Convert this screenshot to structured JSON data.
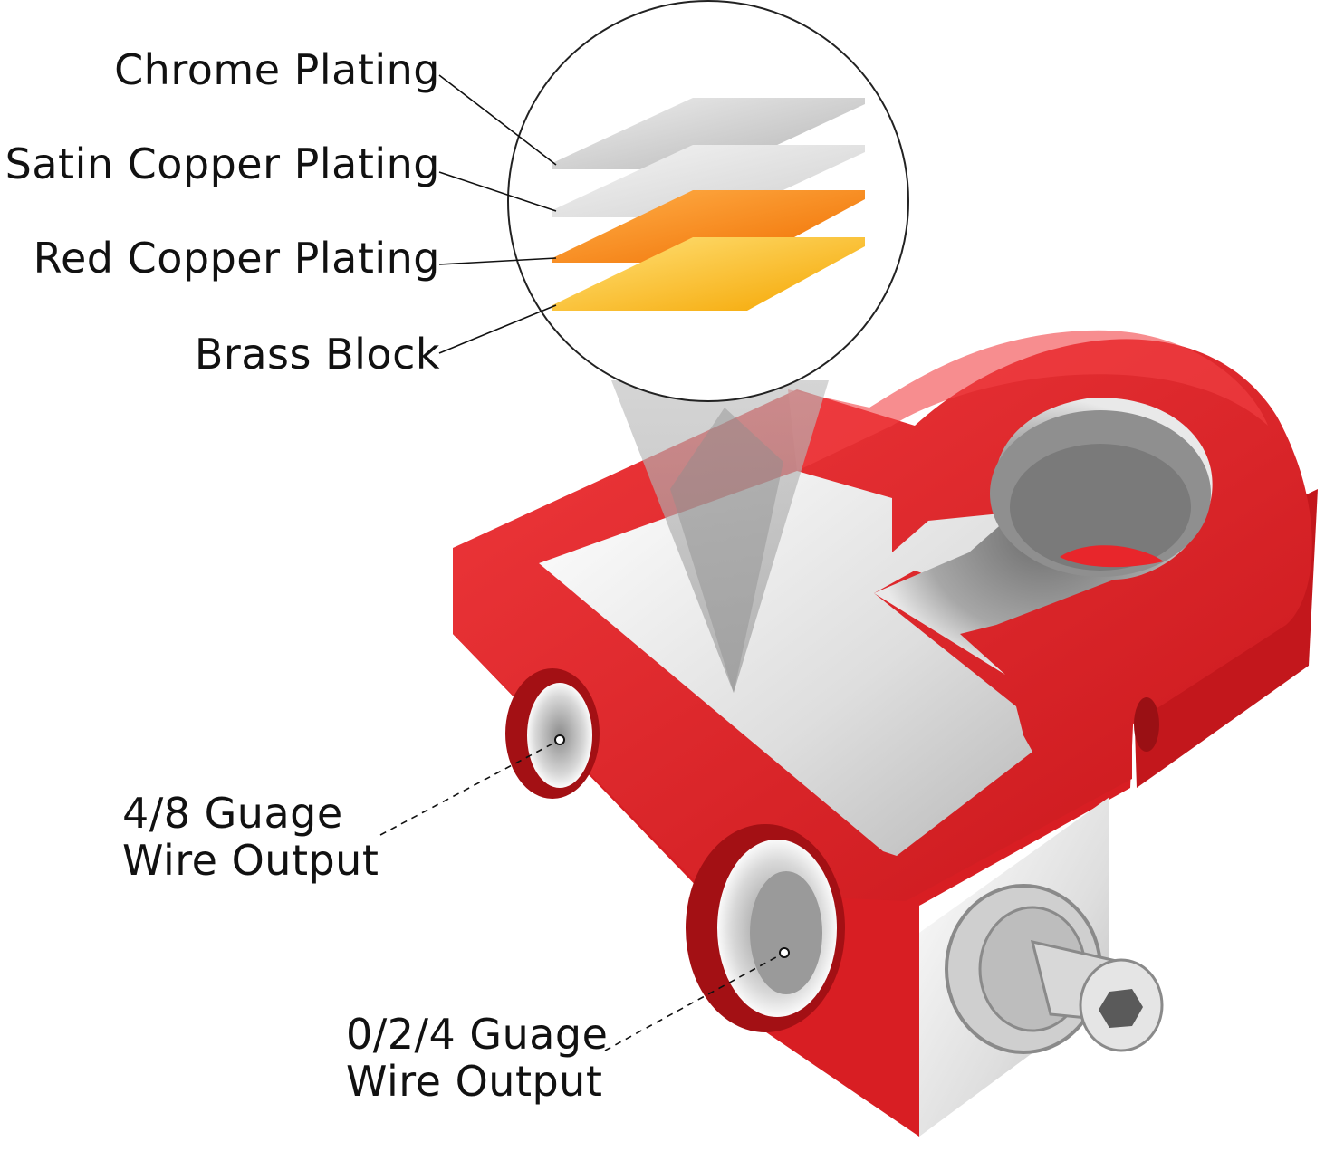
{
  "labels": {
    "chrome": "Chrome Plating",
    "satin": "Satin Copper Plating",
    "red_copper": "Red Copper Plating",
    "brass": "Brass Block",
    "small_output_line1": "4/8 Guage",
    "small_output_line2": "Wire Output",
    "large_output_line1": "0/2/4 Guage",
    "large_output_line2": "Wire Output"
  },
  "colors": {
    "housing_red": "#e8262b",
    "housing_dark": "#b8141a",
    "metal_silver": "#dcdcdc",
    "chrome_layer": "#c9c9c9",
    "satin_layer": "#e4e4e4",
    "red_copper_layer": "#f77d0c",
    "brass_layer": "#f9b81a"
  }
}
